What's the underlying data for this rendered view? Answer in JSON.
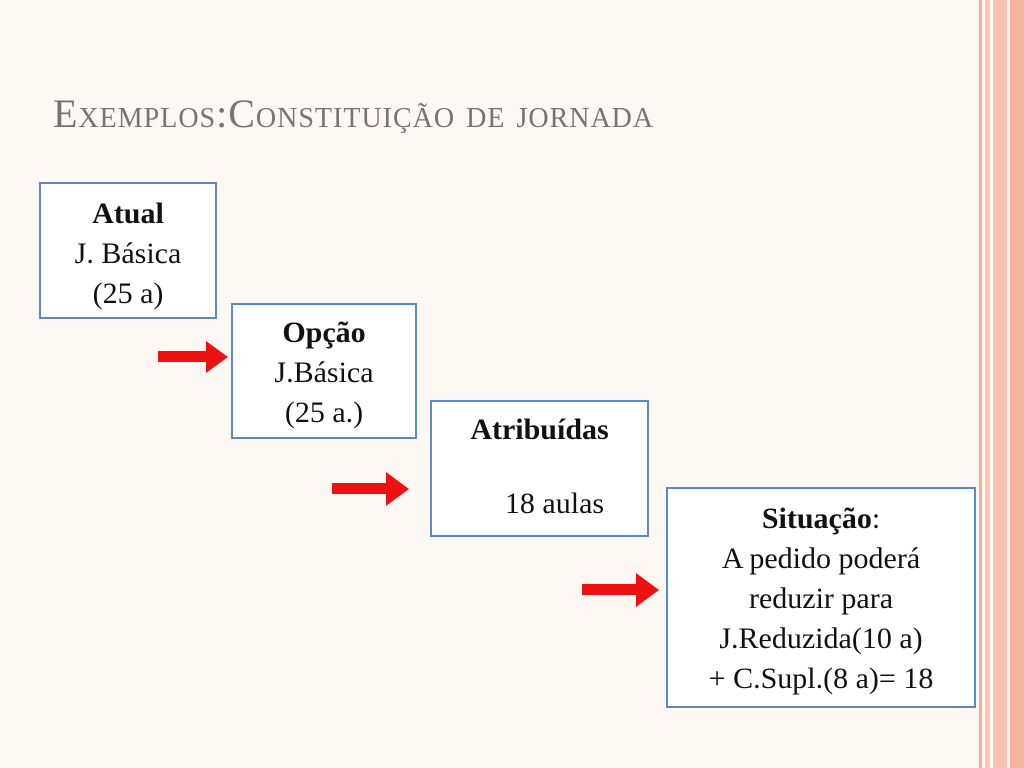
{
  "slide": {
    "title": "Exemplos:Constituição de jornada"
  },
  "colors": {
    "box_border": "#5B88CC",
    "arrow": "#EE1111",
    "title": "#7A7471",
    "background": "#FEF8F5"
  },
  "boxes": {
    "atual": {
      "heading": "Atual",
      "line1": "J. Básica",
      "line2": "(25 a)"
    },
    "opcao": {
      "heading": "Opção",
      "line1": "J.Básica",
      "line2": "(25 a.)"
    },
    "atribuidas": {
      "heading": "Atribuídas",
      "value": "18 aulas"
    },
    "situacao": {
      "heading": "Situação",
      "colon": ":",
      "line1": "A pedido poderá",
      "line2": "reduzir para",
      "line3": "J.Reduzida(10 a)",
      "line4": "+ C.Supl.(8 a)= 18"
    }
  },
  "icons": {
    "arrow": "right-arrow-icon"
  }
}
